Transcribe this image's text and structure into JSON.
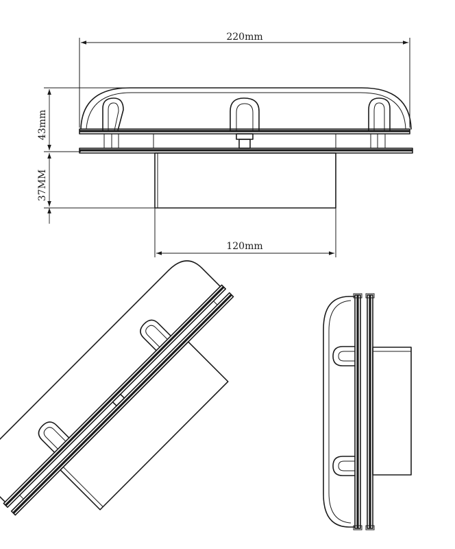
{
  "dimensions": {
    "overall_width": "220mm",
    "height_upper": "43mm",
    "height_lower": "37MM",
    "base_width": "120mm"
  }
}
